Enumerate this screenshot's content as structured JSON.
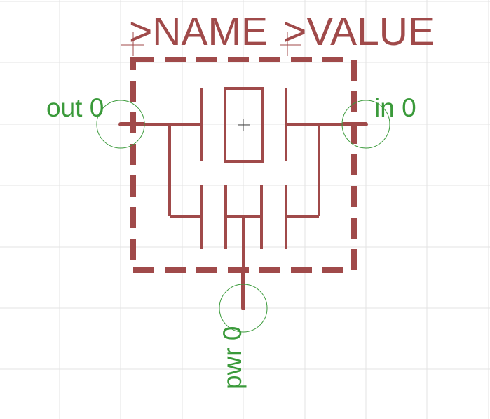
{
  "labels": {
    "name": ">NAME",
    "value": ">VALUE",
    "pin_out": "out 0",
    "pin_in": "in 0",
    "pin_pwr": "pwr 0"
  },
  "colors": {
    "background": "#ffffff",
    "grid": "#e3e3e3",
    "symbol": "#a04a4a",
    "pin": "#3a9a3a",
    "origin": "#444444"
  }
}
